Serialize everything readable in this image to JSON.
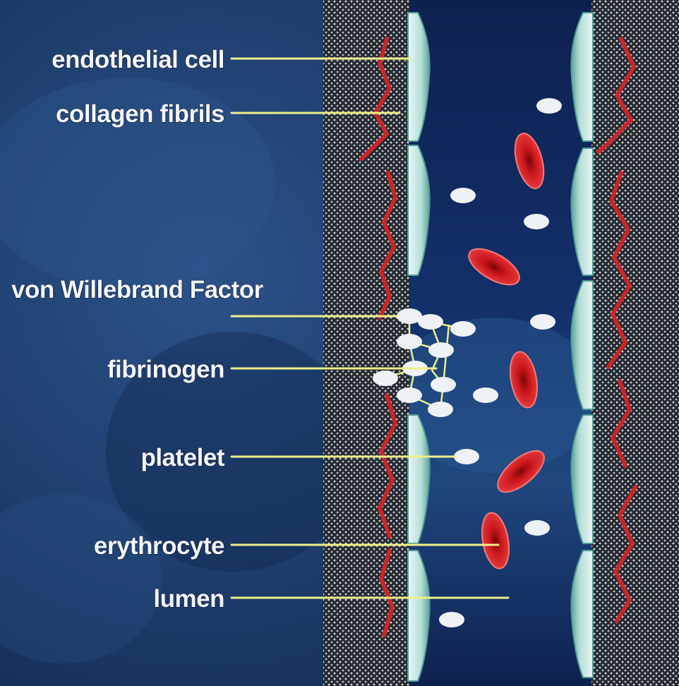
{
  "labels": {
    "endothelial_cell": "endothelial cell",
    "collagen_fibrils": "collagen fibrils",
    "von_willebrand_factor": "von Willebrand Factor",
    "fibrinogen": "fibrinogen",
    "platelet": "platelet",
    "erythrocyte": "erythrocyte",
    "lumen": "lumen"
  },
  "colors": {
    "background": "#1e3d6b",
    "vessel_wall": "#2a2f36",
    "endothelium": "#cde8e4",
    "endothelium_edge": "#4f9c93",
    "lumen": "#0e2453",
    "collagen": "#c9262a",
    "erythrocyte": "#c9161b",
    "platelet": "#eef2f6",
    "leader_line": "#eef08a"
  }
}
